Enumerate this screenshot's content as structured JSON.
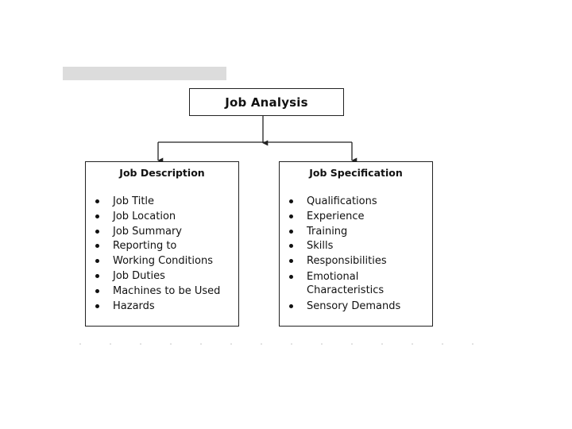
{
  "diagram": {
    "root": {
      "title": "Job Analysis"
    },
    "left": {
      "title": "Job Description",
      "items": [
        "Job Title",
        "Job Location",
        "Job Summary",
        "Reporting to",
        "Working Conditions",
        "Job Duties",
        "Machines to be Used",
        "Hazards"
      ]
    },
    "right": {
      "title": "Job Specification",
      "items": [
        "Qualifications",
        "Experience",
        "Training",
        "Skills",
        "Responsibilities",
        "Emotional Characteristics",
        "Sensory Demands"
      ]
    }
  },
  "colors": {
    "line": "#222222",
    "bar": "#dcdcdc"
  }
}
